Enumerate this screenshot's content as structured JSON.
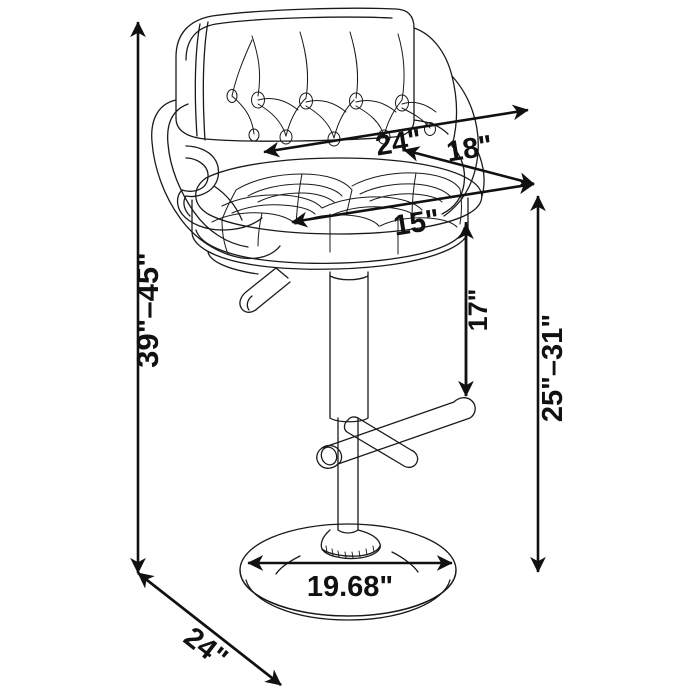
{
  "drawing": {
    "title": "Adjustable Swivel Bar Stool Dimension Diagram",
    "subject": "tufted adjustable height bar stool",
    "units": "inches",
    "line_color": "#1a1a1a",
    "background_color": "#ffffff",
    "dimension_color": "#111111"
  },
  "dimensions": {
    "overall_height": "39\"–45\"",
    "seat_height": "25\"–31\"",
    "seat_width": "24\"",
    "back_width": "18\"",
    "seat_depth_front": "15\"",
    "armrest_to_seat": "17\"",
    "base_diameter": "19.68\"",
    "overall_depth": "24\""
  },
  "labels": [
    {
      "id": "overall-height",
      "text": "39\"–45\"",
      "orientation": "vertical-left"
    },
    {
      "id": "seat-height",
      "text": "25\"–31\"",
      "orientation": "vertical-right"
    },
    {
      "id": "seat-width",
      "text": "24\"",
      "orientation": "angled-top"
    },
    {
      "id": "back-width",
      "text": "18\"",
      "orientation": "angled-mid"
    },
    {
      "id": "seat-depth",
      "text": "15\"",
      "orientation": "angled-lower"
    },
    {
      "id": "arm-height",
      "text": "17\"",
      "orientation": "vertical-inner"
    },
    {
      "id": "base-diameter",
      "text": "19.68\"",
      "orientation": "horizontal-base"
    },
    {
      "id": "overall-depth",
      "text": "24\"",
      "orientation": "diagonal-depth"
    }
  ],
  "components": [
    {
      "id": "backrest",
      "name": "tufted backrest"
    },
    {
      "id": "left-arm",
      "name": "scroll armrest left"
    },
    {
      "id": "right-arm",
      "name": "scroll armrest right"
    },
    {
      "id": "seat",
      "name": "tufted seat cushion"
    },
    {
      "id": "lever",
      "name": "gas lift adjustment lever"
    },
    {
      "id": "column",
      "name": "telescoping gas column"
    },
    {
      "id": "footrest",
      "name": "footrest bar"
    },
    {
      "id": "base",
      "name": "round pedestal base"
    }
  ]
}
